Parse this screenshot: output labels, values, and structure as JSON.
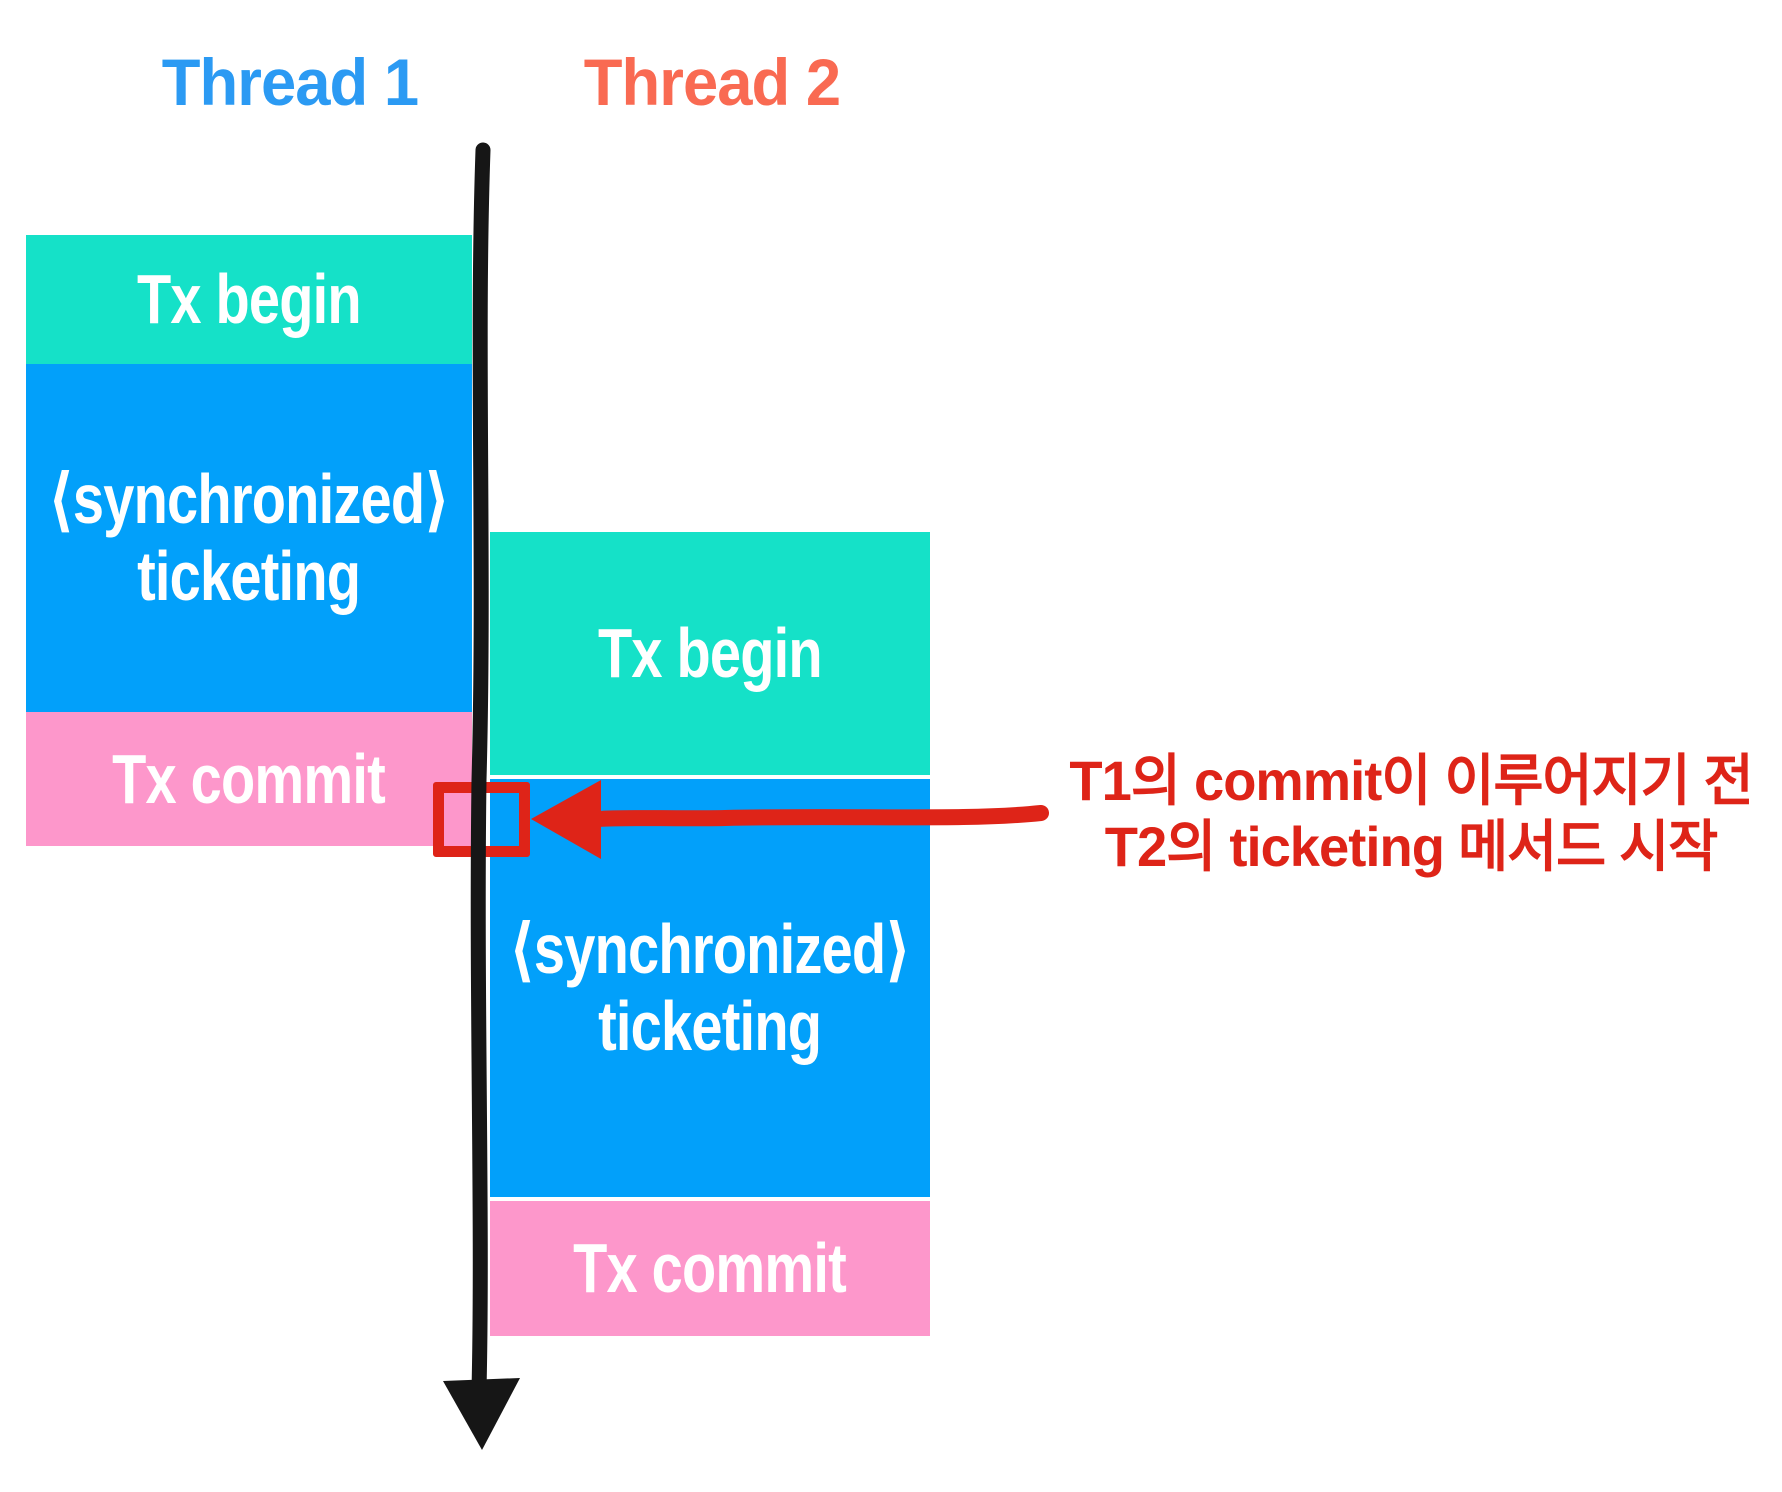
{
  "titles": {
    "thread1": "Thread 1",
    "thread2": "Thread 2"
  },
  "thread1": {
    "title": "Thread 1",
    "blocks": [
      {
        "name": "tx-begin",
        "label": "Tx begin"
      },
      {
        "name": "synchronized-ticketing",
        "label_line1": "⟨synchronized⟩",
        "label_line2": "ticketing"
      },
      {
        "name": "tx-commit",
        "label": "Tx commit"
      }
    ]
  },
  "thread2": {
    "title": "Thread 2",
    "blocks": [
      {
        "name": "tx-begin",
        "label": "Tx begin"
      },
      {
        "name": "synchronized-ticketing",
        "label_line1": "⟨synchronized⟩",
        "label_line2": "ticketing"
      },
      {
        "name": "tx-commit",
        "label": "Tx commit"
      }
    ]
  },
  "annotation": {
    "line1": "T1의 commit이 이루어지기 전",
    "line2": "T2의 ticketing 메서드 시작"
  },
  "icons": {
    "timeline_arrow": "down-arrow-timeline",
    "red_arrow": "left-arrow",
    "red_box": "highlight-square"
  },
  "colors": {
    "thread1_title": "#2b9af3",
    "thread2_title": "#f96a52",
    "tx_begin_block": "#15e1c8",
    "ticketing_block": "#02a0fa",
    "tx_commit_block": "#fd97cb",
    "block_text": "#ffffff",
    "annotation_red": "#de2418",
    "timeline_black": "#161616"
  }
}
